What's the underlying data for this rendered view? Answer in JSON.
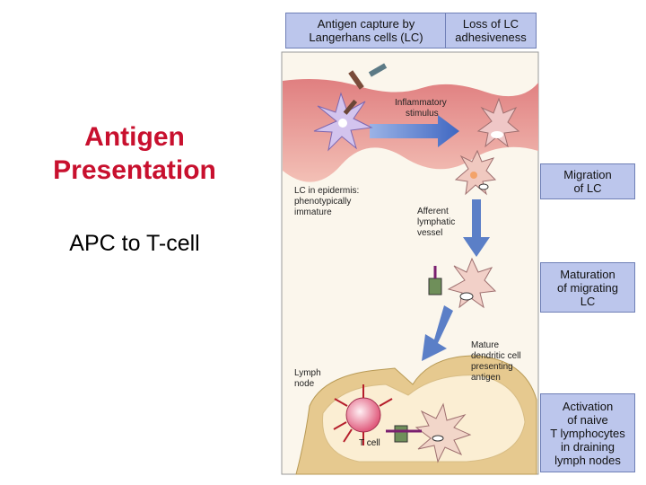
{
  "slide": {
    "title_line1": "Antigen",
    "title_line2": "Presentation",
    "subtitle": "APC to T-cell"
  },
  "boxes": {
    "capture": [
      "Antigen capture by",
      "Langerhans cells (LC)"
    ],
    "loss": [
      "Loss of LC",
      "adhesiveness"
    ],
    "migration": [
      "Migration",
      "of LC"
    ],
    "maturation": [
      "Maturation",
      "of migrating",
      "LC"
    ],
    "activation": [
      "Activation",
      "of naive",
      "T lymphocytes",
      "in draining",
      "lymph nodes"
    ]
  },
  "labels": {
    "inflammatory": [
      "Inflammatory",
      "stimulus"
    ],
    "lc_epidermis": [
      "LC in epidermis:",
      "phenotypically",
      "immature"
    ],
    "afferent": [
      "Afferent",
      "lymphatic",
      "vessel"
    ],
    "mature_dc": [
      "Mature",
      "dendritic cell",
      "presenting",
      "antigen"
    ],
    "lymph_node": [
      "Lymph",
      "node"
    ],
    "t_cell": "T cell"
  },
  "colors": {
    "title": "#c8102e",
    "box_fill": "#bcc6ec",
    "arrow": "#5b7fc7",
    "skin": "#e8a0a0",
    "node": "#e6c98f"
  }
}
